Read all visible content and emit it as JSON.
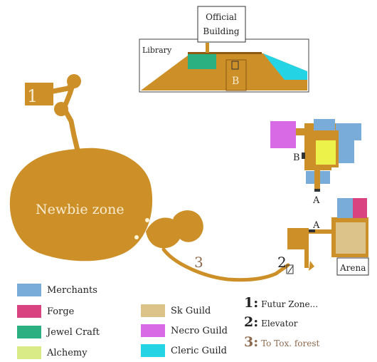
{
  "zones": {
    "newbie": "Newbie zone",
    "library": "Library",
    "official_building": [
      "Official",
      "Building"
    ],
    "marker_b_top": "B",
    "marker_b_right": "B",
    "marker_a_upper": "A",
    "marker_a_lower": "A",
    "arena": "Arena",
    "zone_1": "1",
    "zone_2": "2",
    "zone_3": "3"
  },
  "colors": {
    "path": "#cd8f28",
    "path_dark": "#8c5a12",
    "merchants": "#79acd9",
    "forge": "#d9437f",
    "jewel_craft": "#2bb181",
    "alchemy": "#d9eb86",
    "sk_guild": "#dcc38a",
    "necro_guild": "#d86ae6",
    "cleric_guild": "#25d4e4",
    "room_yellow": "#edf24a",
    "brown_text": "#8d6a4e"
  },
  "legend": [
    {
      "label": "Merchants",
      "color": "#79acd9"
    },
    {
      "label": "Forge",
      "color": "#d9437f"
    },
    {
      "label": "Jewel Craft",
      "color": "#2bb181"
    },
    {
      "label": "Alchemy",
      "color": "#d9eb86"
    },
    {
      "label": "Sk Guild",
      "color": "#dcc38a"
    },
    {
      "label": "Necro Guild",
      "color": "#d86ae6"
    },
    {
      "label": "Cleric Guild",
      "color": "#25d4e4"
    }
  ],
  "notes": [
    {
      "number": "1:",
      "text": "Futur Zone..."
    },
    {
      "number": "2:",
      "text": "Elevator"
    },
    {
      "number": "3:",
      "text": "To Tox. forest"
    }
  ]
}
